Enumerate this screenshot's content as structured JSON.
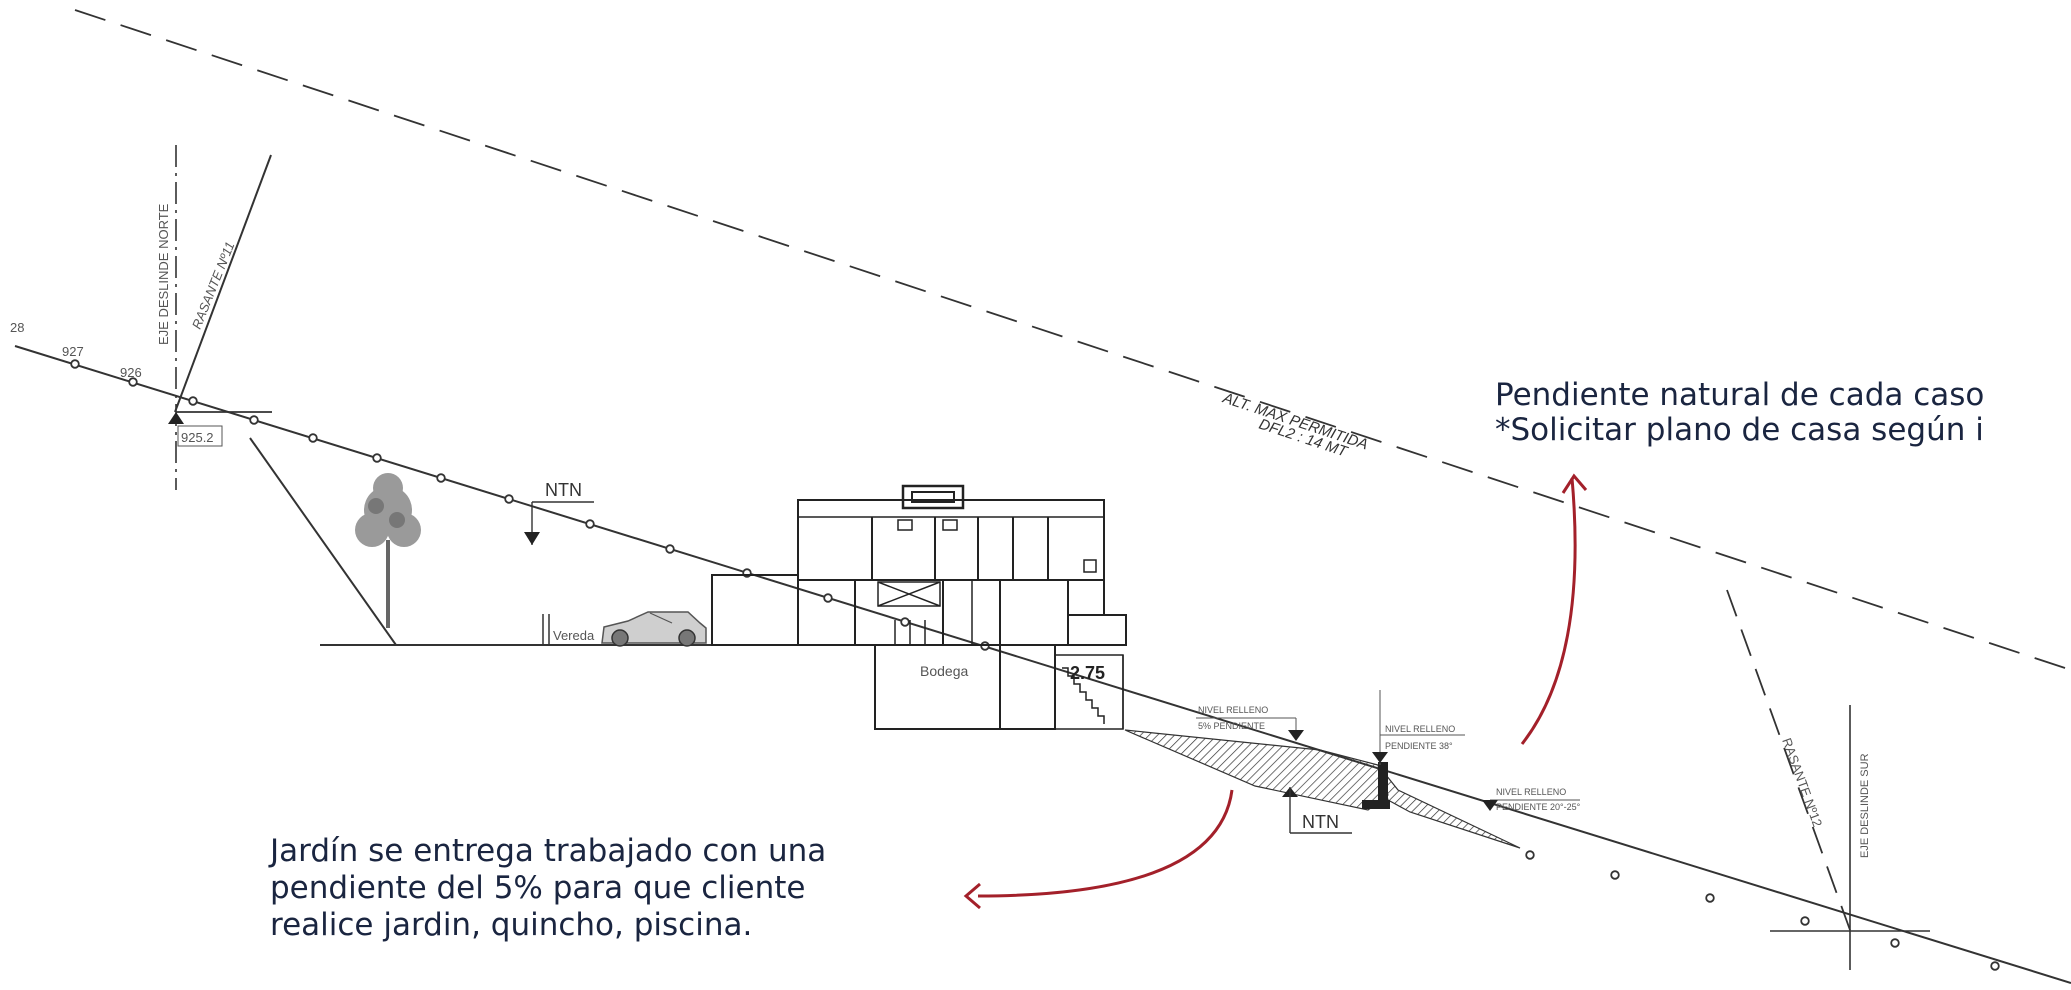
{
  "labels": {
    "eje_norte": "EJE DESLINDE NORTE",
    "rasante_11": "RASANTE Nº11",
    "lvl_928": "28",
    "lvl_927": "927",
    "lvl_926": "926",
    "lvl_925": "925.2",
    "ntn_top": "NTN",
    "ntn_bottom": "NTN",
    "alt_max_1": "ALT. MAX PERMITIDA",
    "alt_max_2": "DFL2 : 14 MT",
    "vereda": "Vereda",
    "bodega": "Bodega",
    "level_275": "2.75",
    "relleno1_a": "NIVEL RELLENO",
    "relleno1_b": "5% PENDIENTE",
    "relleno2_a": "NIVEL RELLENO",
    "relleno2_b": "PENDIENTE 38°",
    "relleno3_a": "NIVEL RELLENO",
    "relleno3_b": "PENDIENTE 20°-25°",
    "rasante_12": "RASANTE Nº12",
    "eje_sur": "EJE DESLINDE SUR"
  },
  "annotations": {
    "left_l1": "Jardín se entrega trabajado con una",
    "left_l2": "pendiente del 5% para que cliente",
    "left_l3": "realice jardin, quincho, piscina.",
    "right_l1": "Pendiente natural de cada caso",
    "right_l2": "*Solicitar plano de casa según i"
  },
  "colors": {
    "ink": "#333333",
    "accent": "#a3202a",
    "text": "#1a2540"
  }
}
